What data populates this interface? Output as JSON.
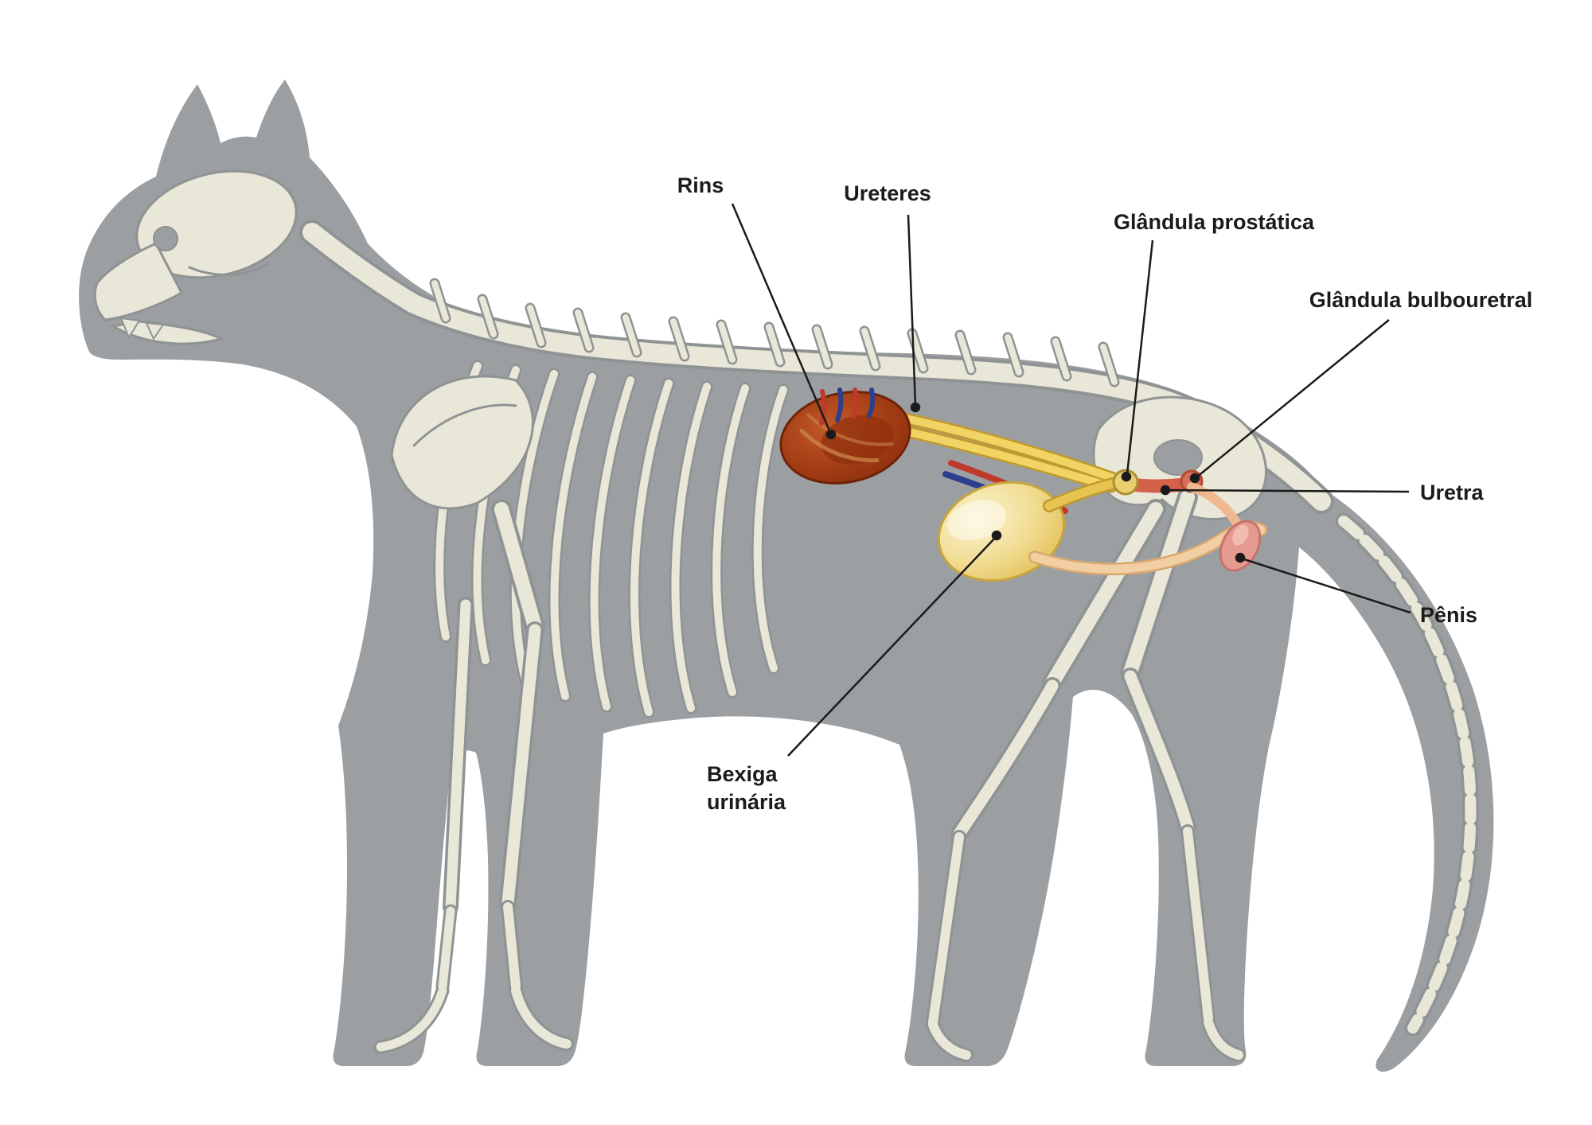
{
  "figure": {
    "kind": "feline-urogenital-anatomy-diagram",
    "labels": {
      "rins": "Rins",
      "ureteres": "Ureteres",
      "glandula_prostatica": "Glândula prostática",
      "glandula_bulbouretral": "Glândula bulbouretral",
      "uretra": "Uretra",
      "penis": "Pênis",
      "bexiga_line1": "Bexiga",
      "bexiga_line2": "urinária"
    },
    "colors": {
      "background": "#ffffff",
      "body_gray": "#9b9fa2",
      "bone_fill": "#e9e8d8",
      "bone_stroke": "#8f9394",
      "kidney_dark": "#8e2e0e",
      "kidney_light": "#c25a28",
      "ureter_yellow": "#f1d464",
      "bladder_yellow": "#eecc6a",
      "bladder_highlight": "#faf3cf",
      "urethra_red": "#d4614a",
      "duct_tan": "#f2cfa2",
      "penis_pink": "#e59a90",
      "vessel_red": "#c0392b",
      "vessel_blue": "#2b3f8e",
      "leader_line": "#1b1b1b",
      "label_text": "#1b1b1b"
    }
  }
}
